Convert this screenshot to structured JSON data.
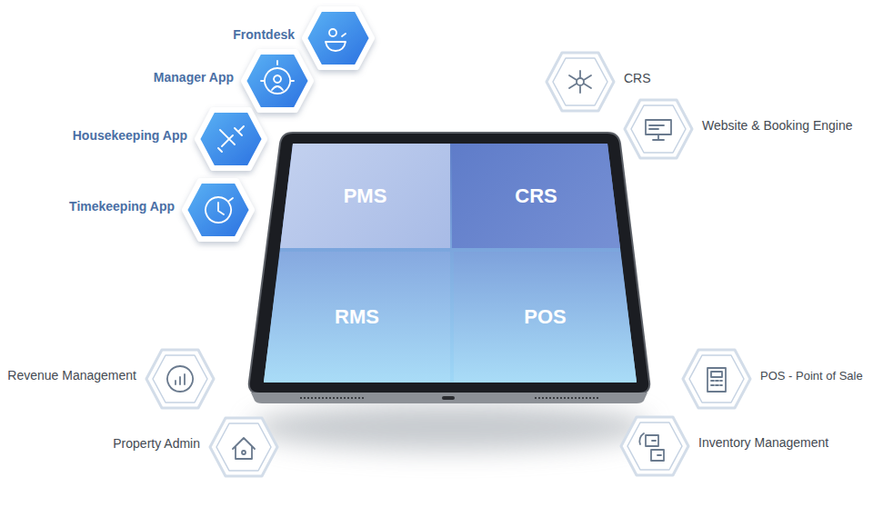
{
  "diagram": {
    "nodes": [
      {
        "text": [
          "Frontdesk"
        ]
      },
      {
        "text": [
          "Manager App"
        ]
      },
      {
        "text": [
          "Housekeeping App"
        ]
      },
      {
        "text": [
          "Timekeeping App"
        ]
      },
      {
        "text": [
          "CRS"
        ]
      },
      {
        "text": [
          "Website & Booking Engine"
        ]
      },
      {
        "text": [
          "PMS"
        ]
      },
      {
        "text": [
          "CRS"
        ]
      },
      {
        "text": [
          "RMS"
        ]
      },
      {
        "text": [
          "POS"
        ]
      },
      {
        "text": [
          "Revenue Management"
        ]
      },
      {
        "text": [
          "Property Admin"
        ]
      },
      {
        "text": [
          "POS - Point of Sale"
        ]
      },
      {
        "text": [
          "Inventory Management"
        ]
      }
    ]
  }
}
